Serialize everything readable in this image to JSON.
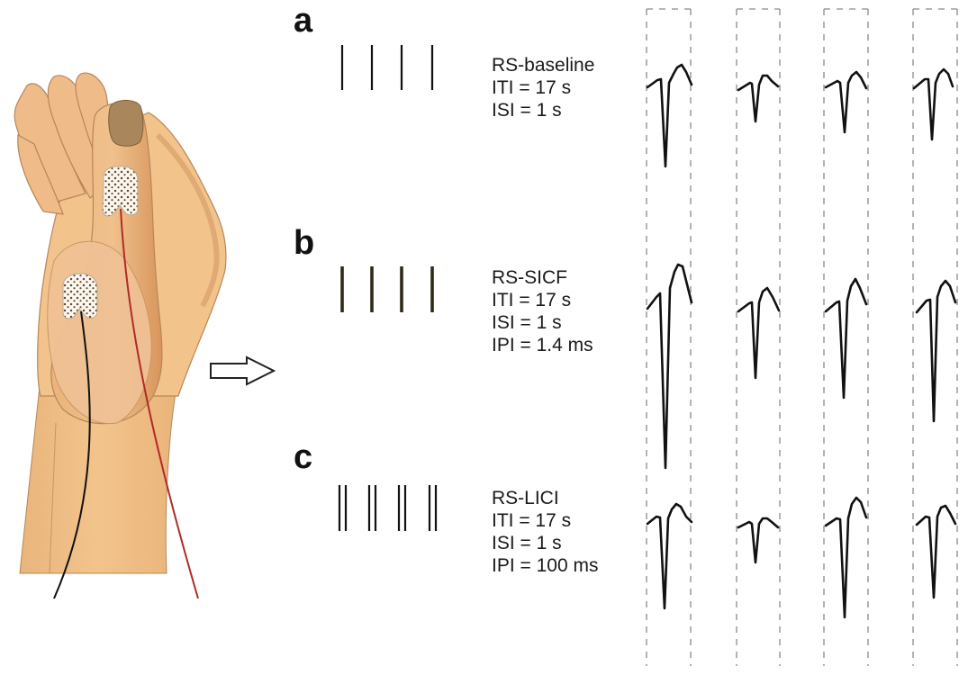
{
  "panels": [
    {
      "id": "a",
      "letter": "a",
      "lines": [
        "RS-baseline",
        "ITI = 17 s",
        "ISI = 1 s"
      ]
    },
    {
      "id": "b",
      "letter": "b",
      "lines": [
        "RS-SICF",
        "ITI = 17 s",
        "ISI = 1 s",
        "IPI = 1.4 ms"
      ]
    },
    {
      "id": "c",
      "letter": "c",
      "lines": [
        "RS-LICI",
        "ITI = 17 s",
        "ISI = 1 s",
        "IPI = 100 ms"
      ]
    }
  ],
  "colors": {
    "skin": "#f2c48c",
    "skin_shadow": "#e0a36a",
    "electrode": "#fbf8f2",
    "active_lead": "#b12a2a",
    "reference_lead": "#111111",
    "trace": "#111111",
    "divider": "#8a8a8a"
  }
}
